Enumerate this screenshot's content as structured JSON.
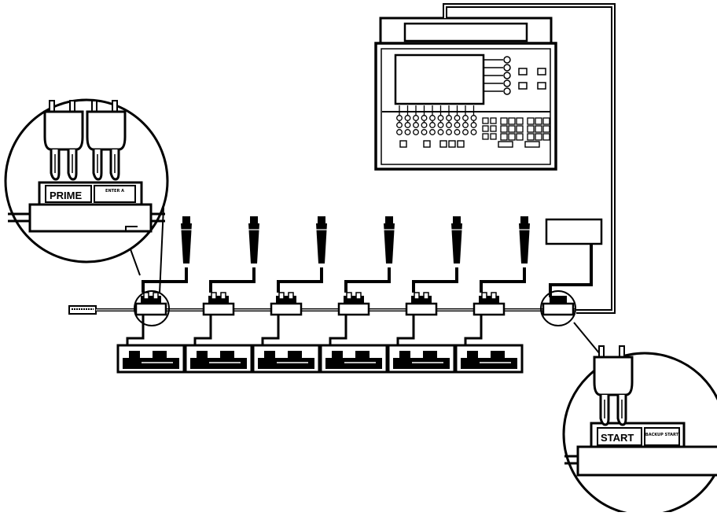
{
  "diagram": {
    "type": "wiring-diagram",
    "stations": 6,
    "prime_callout": {
      "left_label": "PRIME",
      "right_label": "ENTER A"
    },
    "start_callout": {
      "left_label": "START",
      "right_label": "BACKUP START"
    },
    "colors": {
      "line": "#000000",
      "background": "#ffffff"
    }
  }
}
